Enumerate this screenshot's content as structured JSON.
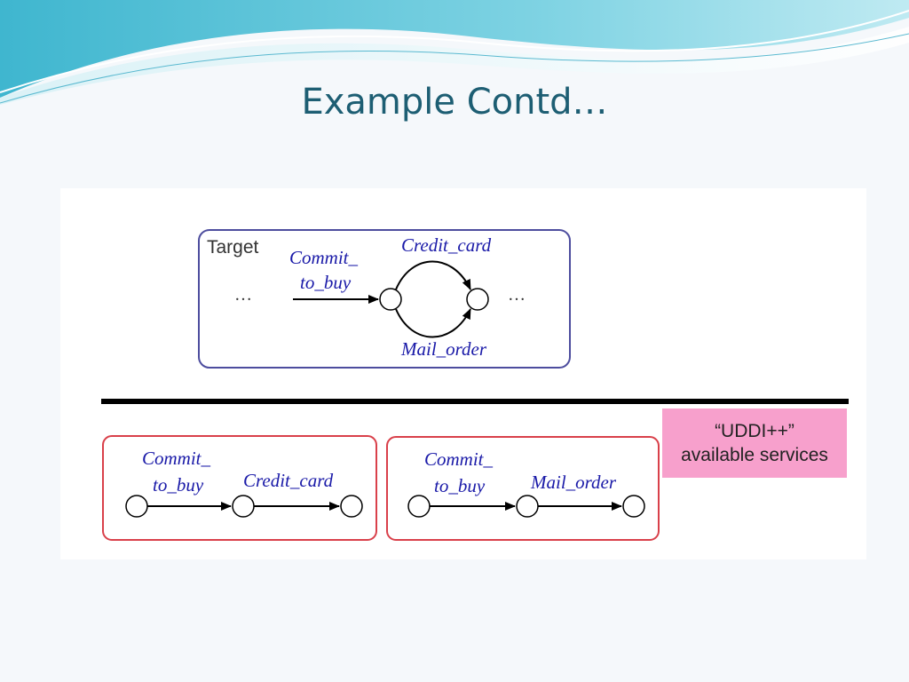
{
  "slide": {
    "title": "Example Contd…"
  },
  "target": {
    "label": "Target",
    "left_ellipsis": "…",
    "right_ellipsis": "…",
    "commit_line1": "Commit_",
    "commit_line2": "to_buy",
    "credit_card": "Credit_card",
    "mail_order": "Mail_order"
  },
  "service1": {
    "commit_line1": "Commit_",
    "commit_line2": "to_buy",
    "second_label": "Credit_card"
  },
  "service2": {
    "commit_line1": "Commit_",
    "commit_line2": "to_buy",
    "second_label": "Mail_order"
  },
  "registry": {
    "line1": "“UDDI++”",
    "line2": "available services"
  },
  "colors": {
    "title": "#1d5e73",
    "target_border": "#4d4d9e",
    "service_border": "#d9404a",
    "label_blue": "#1a1aa8",
    "registry_fill": "#f7a0cc"
  }
}
